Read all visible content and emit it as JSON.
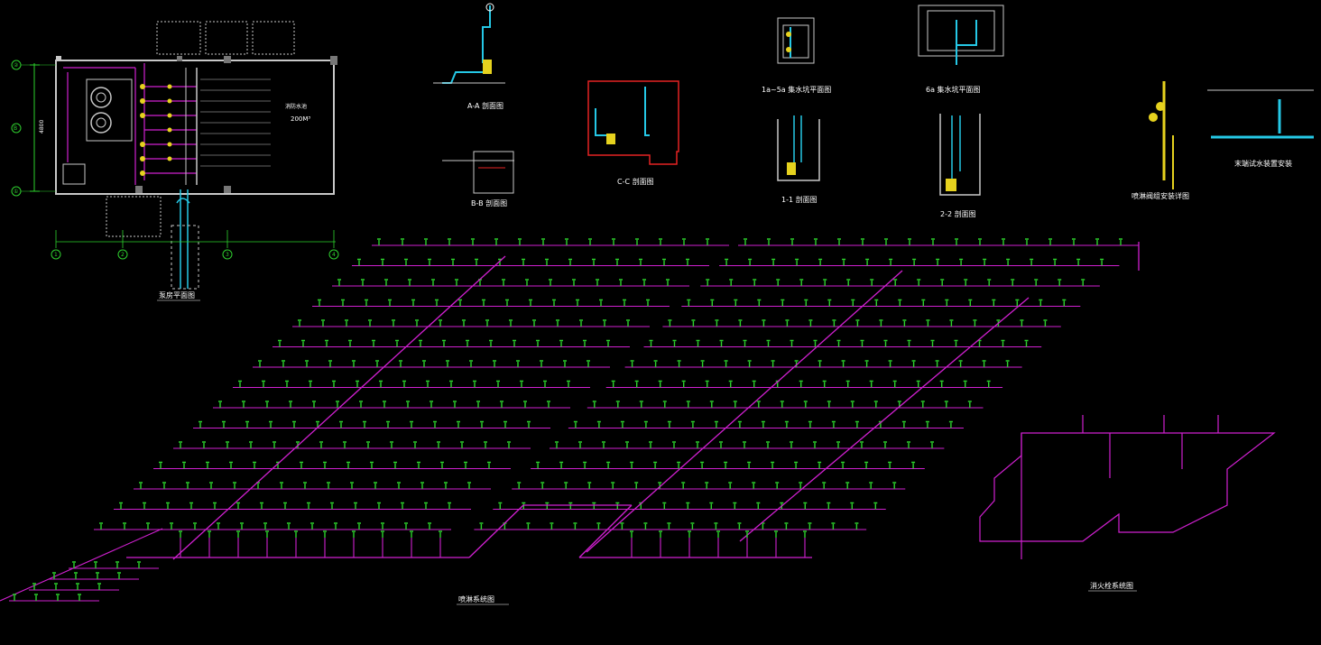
{
  "colors": {
    "background": "#000000",
    "wall": "#c8c8c8",
    "pipe": "#d020d0",
    "cyan": "#25c8e6",
    "yellow": "#e6d21e",
    "red": "#e62323",
    "green_sprinkler": "#2cd22c",
    "white_text": "#ffffff"
  },
  "pump_room_plan": {
    "tank_label": "消防水池",
    "tank_volume": "200M³",
    "dimension": "4800",
    "grid_rows": [
      "②",
      "B",
      "①"
    ],
    "grid_cols": [
      "1",
      "2",
      "3",
      "4"
    ]
  },
  "section_titles": {
    "aa": "A-A 剖面图",
    "bb": "B-B 剖面图",
    "cc": "C-C 剖面图",
    "plan_1a": "1a~5a 集水坑平面图",
    "plan_6a": "6a 集水坑平面图",
    "s11": "1-1 剖面图",
    "s22": "2-2 剖面图",
    "valve": "喷淋阀组安装详图",
    "top_install": "末端试水装置安装",
    "pump_room": "泵房平面图",
    "sprinkler_system": "喷淋系统图",
    "hydrant_system": "消火栓系统图"
  }
}
